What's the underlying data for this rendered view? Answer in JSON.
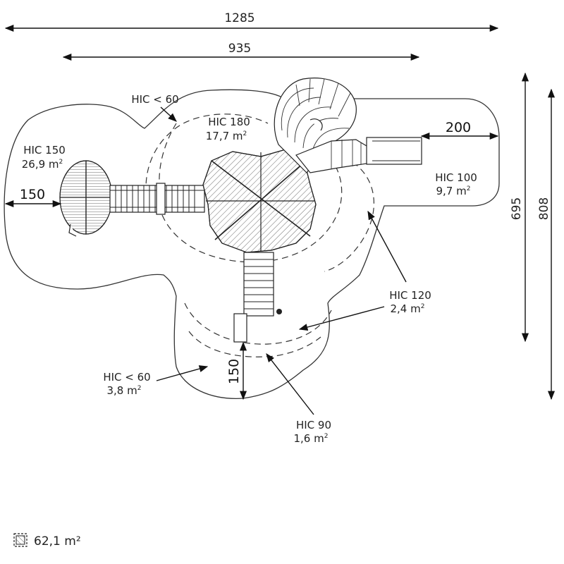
{
  "dimensions": {
    "overall_width": "1285",
    "inner_width": "935",
    "right_offset": "200",
    "left_offset": "150",
    "bottom_offset": "150",
    "depth_inner": "695",
    "depth_overall": "808"
  },
  "zones": [
    {
      "id": "hic-lt60-top",
      "label": "HIC < 60",
      "area": ""
    },
    {
      "id": "hic-180",
      "label": "HIC 180",
      "area": "17,7 m"
    },
    {
      "id": "hic-150",
      "label": "HIC 150",
      "area": "26,9 m"
    },
    {
      "id": "hic-100",
      "label": "HIC 100",
      "area": "9,7 m"
    },
    {
      "id": "hic-120",
      "label": "HIC 120",
      "area": "2,4 m"
    },
    {
      "id": "hic-lt60-bottom",
      "label": "HIC < 60",
      "area": "3,8 m"
    },
    {
      "id": "hic-90",
      "label": "HIC 90",
      "area": "1,6 m"
    }
  ],
  "area_superscript": "2",
  "legend": {
    "icon": "hatched-square-icon",
    "total_area": "62,1 m²"
  }
}
